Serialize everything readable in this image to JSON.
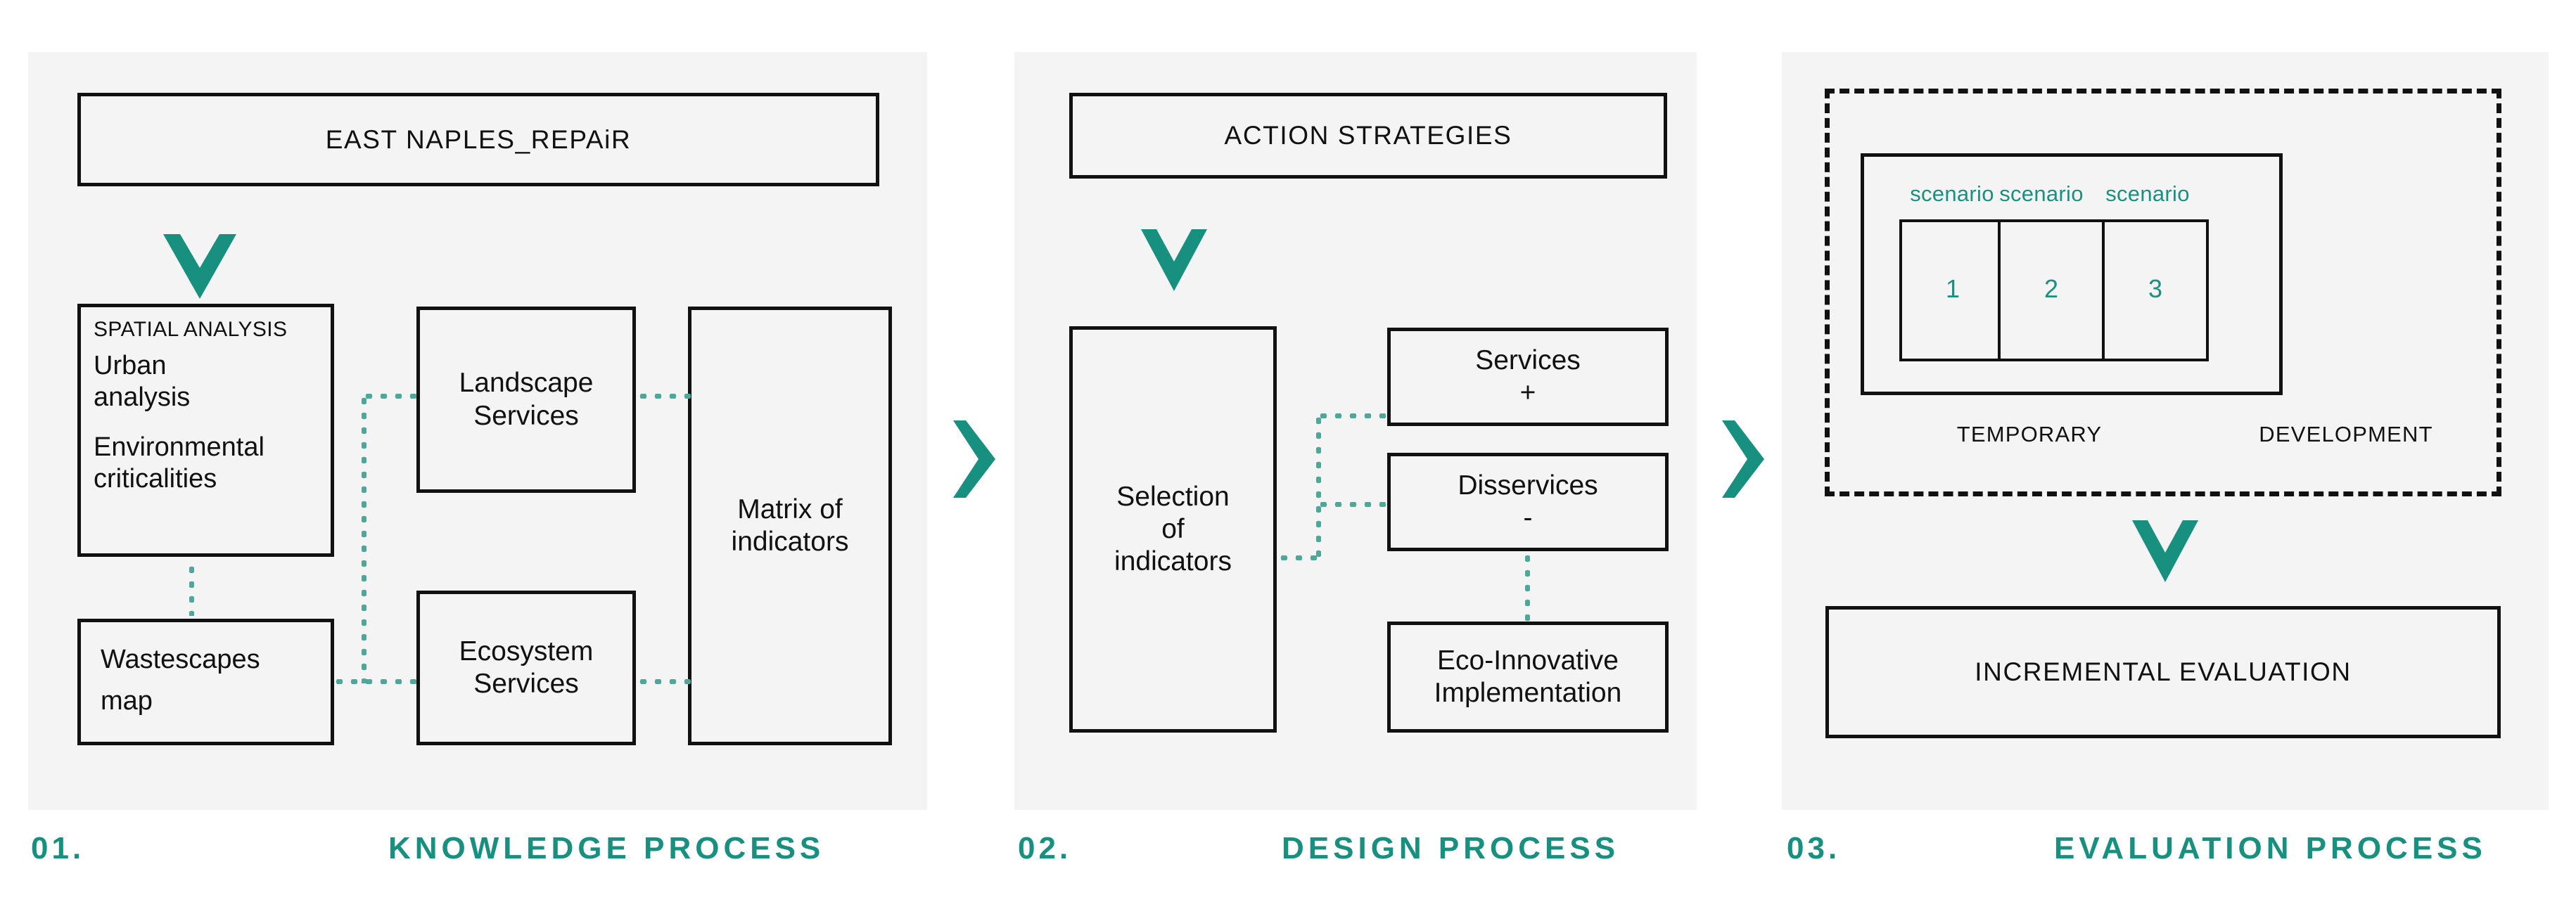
{
  "colors": {
    "teal": "#17907f",
    "teal_light": "#4fa79a",
    "panel_bg": "#f4f4f4",
    "stroke": "#111111",
    "page_bg": "#ffffff"
  },
  "panels": [
    {
      "id": "01",
      "footer_number": "01.",
      "footer_title": "KNOWLEDGE PROCESS",
      "header": "EAST NAPLES_REPAiR",
      "boxes": {
        "spatial_analysis_caption": "SPATIAL ANALYSIS",
        "spatial_analysis_line1": "Urban",
        "spatial_analysis_line2": "analysis",
        "spatial_analysis_line3": "Environmental",
        "spatial_analysis_line4": "criticalities",
        "wastescapes_line1": "Wastescapes",
        "wastescapes_line2": "map",
        "landscape_services_line1": "Landscape",
        "landscape_services_line2": "Services",
        "ecosystem_services_line1": "Ecosystem",
        "ecosystem_services_line2": "Services",
        "matrix_line1": "Matrix of",
        "matrix_line2": "indicators"
      }
    },
    {
      "id": "02",
      "footer_number": "02.",
      "footer_title": "DESIGN PROCESS",
      "header": "ACTION STRATEGIES",
      "boxes": {
        "selection_line1": "Selection",
        "selection_line2": "of",
        "selection_line3": "indicators",
        "services_line1": "Services",
        "services_line2": "+",
        "disservices_line1": "Disservices",
        "disservices_line2": "-",
        "eco_innovative_line1": "Eco-Innovative",
        "eco_innovative_line2": "Implementation"
      }
    },
    {
      "id": "03",
      "footer_number": "03.",
      "footer_title": "EVALUATION PROCESS",
      "scenarios": [
        {
          "label": "scenario",
          "number": "1"
        },
        {
          "label": "scenario",
          "number": "2"
        },
        {
          "label": "scenario",
          "number": "3"
        }
      ],
      "group_labels": {
        "temporary": "TEMPORARY",
        "development": "DEVELOPMENT"
      },
      "result_box": "INCREMENTAL EVALUATION"
    }
  ],
  "icons": {
    "chevron_down": "chevron-down-icon",
    "chevron_right": "chevron-right-icon"
  }
}
